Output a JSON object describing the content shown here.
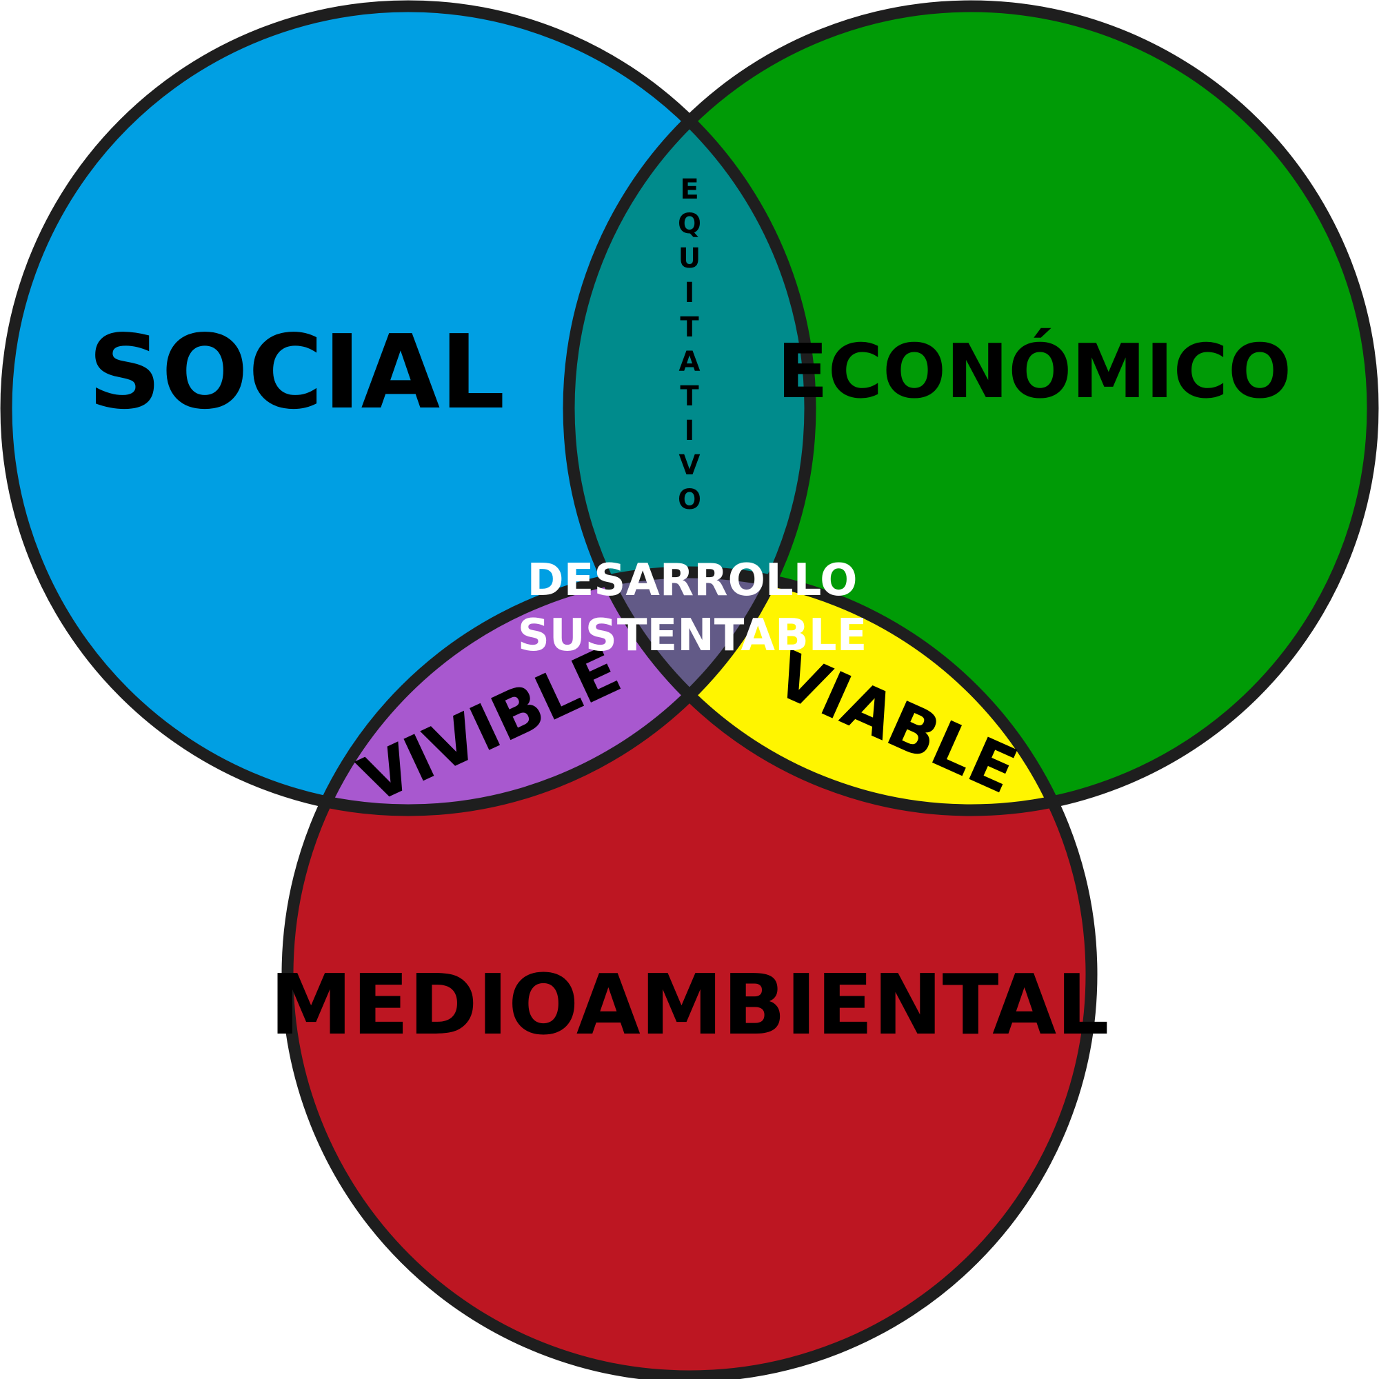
{
  "diagram": {
    "type": "venn",
    "sets": [
      {
        "key": "social",
        "label": "SOCIAL",
        "color": "#009FE3"
      },
      {
        "key": "economico",
        "label": "ECONÓMICO",
        "color": "#009B06"
      },
      {
        "key": "medioambiental",
        "label": "MEDIOAMBIENTAL",
        "color": "#BD1622"
      }
    ],
    "intersections": {
      "social_economico": {
        "label": "EQUITATIVO",
        "color": "#008B8C"
      },
      "social_medioambiental": {
        "label": "VIVIBLE",
        "color": "#A858CF"
      },
      "economico_medioambiental": {
        "label": "VIABLE",
        "color": "#FFF500"
      },
      "center": {
        "line1": "DESARROLLO",
        "line2": "SUSTENTABLE",
        "color": "#625A87"
      }
    },
    "outline_color": "#1E1E1E",
    "center_text_color": "#FFFFFF"
  }
}
